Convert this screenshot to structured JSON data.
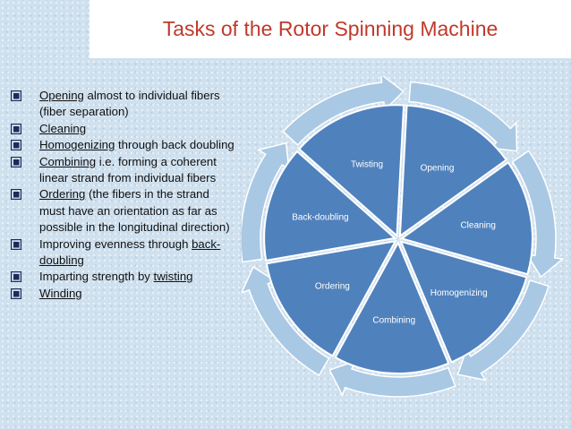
{
  "title": "Tasks of the Rotor Spinning Machine",
  "bullets": [
    {
      "kw": "Opening",
      "rest": " almost to individual fibers (fiber separation)",
      "pre": ""
    },
    {
      "kw": "Cleaning",
      "rest": "",
      "pre": ""
    },
    {
      "kw": "Homogenizing",
      "rest": " through back doubling",
      "pre": ""
    },
    {
      "kw": "Combining",
      "rest": " i.e. forming a coherent linear strand from individual fibers",
      "pre": ""
    },
    {
      "kw": "Ordering",
      "rest": " (the fibers in the strand must have an orientation as far as possible in the longitudinal direction)",
      "pre": ""
    },
    {
      "kw": "back-doubling",
      "rest": "",
      "pre": "Improving evenness through "
    },
    {
      "kw": "twisting",
      "rest": "",
      "pre": "Imparting strength by "
    },
    {
      "kw": "Winding",
      "rest": "",
      "pre": ""
    }
  ],
  "cycle": [
    "Opening",
    "Cleaning",
    "Homogenizing",
    "Combining",
    "Ordering",
    "Back-doubling",
    "Twisting"
  ],
  "colors": {
    "title": "#c0392b",
    "segment": "#4f81bd",
    "ring": "#a9c8e4",
    "checkbox": "#1f2a5a"
  }
}
